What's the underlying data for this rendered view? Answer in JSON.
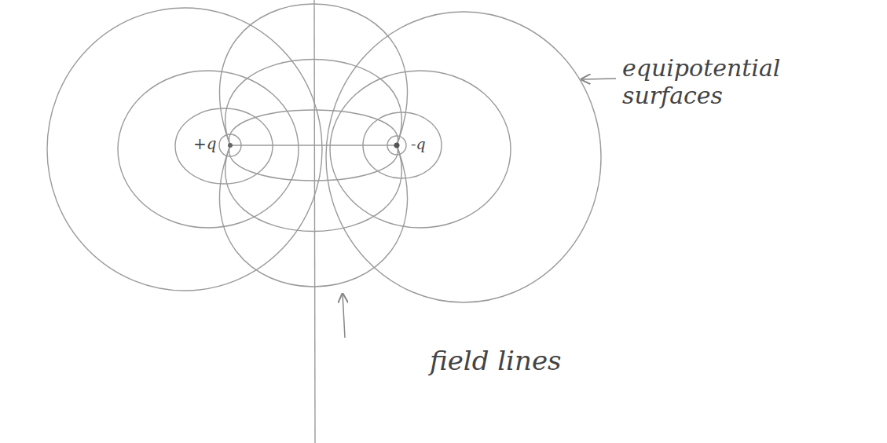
{
  "diagram": {
    "labels": [
      "+q",
      "-q",
      "equipotential surfaces",
      "field lines"
    ]
  }
}
